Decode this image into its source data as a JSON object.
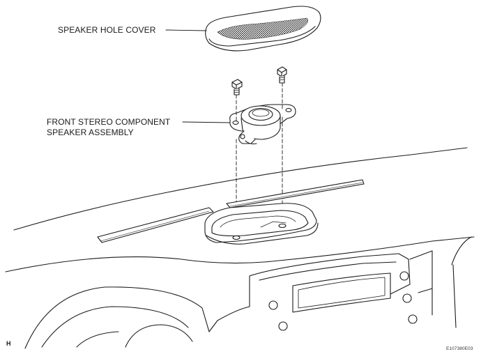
{
  "labels": {
    "speaker_hole_cover": "SPEAKER HOLE COVER",
    "speaker_assembly_line1": "FRONT STEREO COMPONENT",
    "speaker_assembly_line2": "SPEAKER ASSEMBLY"
  },
  "corner_mark": "H",
  "figure_code": "E107380E03"
}
